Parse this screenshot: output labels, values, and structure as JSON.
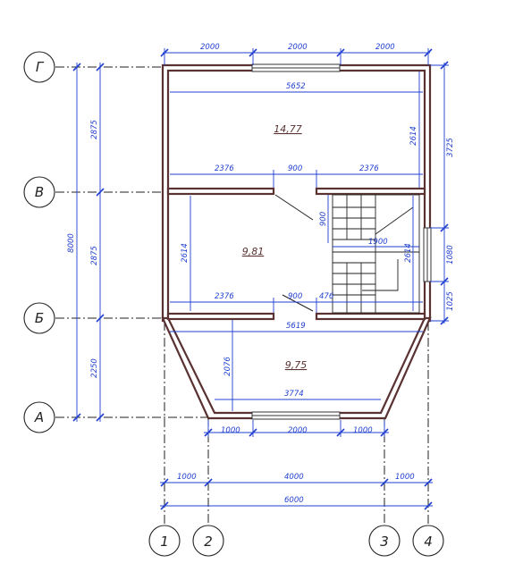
{
  "axes": {
    "rows": [
      "Г",
      "В",
      "Б",
      "А"
    ],
    "cols": [
      "1",
      "2",
      "3",
      "4"
    ]
  },
  "rooms": {
    "upper": "14,77",
    "middle": "9,81",
    "lower": "9,75"
  },
  "dims": {
    "top_a": "2000",
    "top_b": "2000",
    "top_c": "2000",
    "upper_width": "5652",
    "upper_height": "2614",
    "wall_left_b": "2376",
    "opening_b": "900",
    "wall_right_b": "2376",
    "door_v": "900",
    "mid_height": "2614",
    "stair_width": "1900",
    "stair_height": "2614",
    "wall_left_c": "2376",
    "opening_c": "900",
    "wall_right_c": "476",
    "lower_width": "5619",
    "lower_height": "2076",
    "bottom_inner": "3774",
    "bot_a": "1000",
    "bot_b": "2000",
    "bot_c": "1000",
    "axis_a": "1000",
    "axis_b": "4000",
    "axis_c": "1000",
    "overall": "6000",
    "left_total": "8000",
    "left_a": "2875",
    "left_b": "2875",
    "left_c": "2250",
    "right_a": "3725",
    "right_b": "1080",
    "right_c": "1025"
  },
  "colors": {
    "dimension": "#1f3fd0",
    "wall": "#5a3232"
  }
}
